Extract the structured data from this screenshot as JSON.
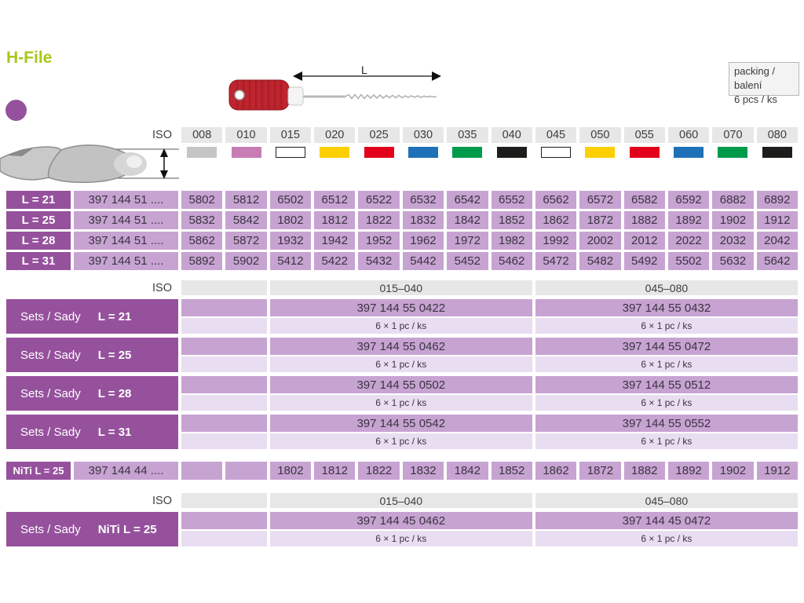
{
  "title": "H-File",
  "packing": {
    "line1": "packing / balení",
    "line2": "6 pcs / ks"
  },
  "diagram": {
    "length_label": "L"
  },
  "colors": {
    "accent_green": "#a6c819",
    "purple_dark": "#96519d",
    "purple_medium": "#c7a3d2",
    "purple_light": "#e9ddf1",
    "header_gray": "#e7e7e7"
  },
  "iso_header": {
    "label": "ISO",
    "sizes": [
      {
        "size": "008",
        "color": "#c5c5c5",
        "border": "#c5c5c5"
      },
      {
        "size": "010",
        "color": "#c87cb4",
        "border": "#c87cb4"
      },
      {
        "size": "015",
        "color": "#ffffff",
        "border": "#1d1d1b"
      },
      {
        "size": "020",
        "color": "#fccf00",
        "border": "#fccf00"
      },
      {
        "size": "025",
        "color": "#e2001a",
        "border": "#e2001a"
      },
      {
        "size": "030",
        "color": "#1e71b8",
        "border": "#1e71b8"
      },
      {
        "size": "035",
        "color": "#009b4a",
        "border": "#009b4a"
      },
      {
        "size": "040",
        "color": "#1d1d1b",
        "border": "#1d1d1b"
      },
      {
        "size": "045",
        "color": "#ffffff",
        "border": "#1d1d1b"
      },
      {
        "size": "050",
        "color": "#fccf00",
        "border": "#fccf00"
      },
      {
        "size": "055",
        "color": "#e2001a",
        "border": "#e2001a"
      },
      {
        "size": "060",
        "color": "#1e71b8",
        "border": "#1e71b8"
      },
      {
        "size": "070",
        "color": "#009b4a",
        "border": "#009b4a"
      },
      {
        "size": "080",
        "color": "#1d1d1b",
        "border": "#1d1d1b"
      }
    ]
  },
  "main_table": {
    "rows": [
      {
        "label": "L = 21",
        "code": "397 144 51 ....",
        "values": [
          "5802",
          "5812",
          "6502",
          "6512",
          "6522",
          "6532",
          "6542",
          "6552",
          "6562",
          "6572",
          "6582",
          "6592",
          "6882",
          "6892"
        ]
      },
      {
        "label": "L = 25",
        "code": "397 144 51 ....",
        "values": [
          "5832",
          "5842",
          "1802",
          "1812",
          "1822",
          "1832",
          "1842",
          "1852",
          "1862",
          "1872",
          "1882",
          "1892",
          "1902",
          "1912"
        ]
      },
      {
        "label": "L = 28",
        "code": "397 144 51 ....",
        "values": [
          "5862",
          "5872",
          "1932",
          "1942",
          "1952",
          "1962",
          "1972",
          "1982",
          "1992",
          "2002",
          "2012",
          "2022",
          "2032",
          "2042"
        ]
      },
      {
        "label": "L = 31",
        "code": "397 144 51 ....",
        "values": [
          "5892",
          "5902",
          "5412",
          "5422",
          "5432",
          "5442",
          "5452",
          "5462",
          "5472",
          "5482",
          "5492",
          "5502",
          "5632",
          "5642"
        ]
      }
    ]
  },
  "sets_table": {
    "iso_label": "ISO",
    "range1": "015–040",
    "range2": "045–080",
    "blocks": [
      {
        "label": "Sets / Sady",
        "sublabel": "L = 21",
        "code1": "397 144 55 0422",
        "qty1": "6 × 1 pc / ks",
        "code2": "397 144 55 0432",
        "qty2": "6 × 1 pc / ks"
      },
      {
        "label": "Sets / Sady",
        "sublabel": "L = 25",
        "code1": "397 144 55 0462",
        "qty1": "6 × 1 pc / ks",
        "code2": "397 144 55 0472",
        "qty2": "6 × 1 pc / ks"
      },
      {
        "label": "Sets / Sady",
        "sublabel": "L = 28",
        "code1": "397 144 55 0502",
        "qty1": "6 × 1 pc / ks",
        "code2": "397 144 55 0512",
        "qty2": "6 × 1 pc / ks"
      },
      {
        "label": "Sets / Sady",
        "sublabel": "L = 31",
        "code1": "397 144 55 0542",
        "qty1": "6 × 1 pc / ks",
        "code2": "397 144 55 0552",
        "qty2": "6 × 1 pc / ks"
      }
    ]
  },
  "niti_row": {
    "label": "NiTi L = 25",
    "code": "397 144 44 ....",
    "values": [
      "",
      "",
      "1802",
      "1812",
      "1822",
      "1832",
      "1842",
      "1852",
      "1862",
      "1872",
      "1882",
      "1892",
      "1902",
      "1912"
    ]
  },
  "niti_sets": {
    "iso_label": "ISO",
    "range1": "015–040",
    "range2": "045–080",
    "blocks": [
      {
        "label": "Sets / Sady",
        "sublabel": "NiTi L = 25",
        "code1": "397 144 45 0462",
        "qty1": "6 × 1 pc / ks",
        "code2": "397 144 45 0472",
        "qty2": "6 × 1 pc / ks"
      }
    ]
  }
}
